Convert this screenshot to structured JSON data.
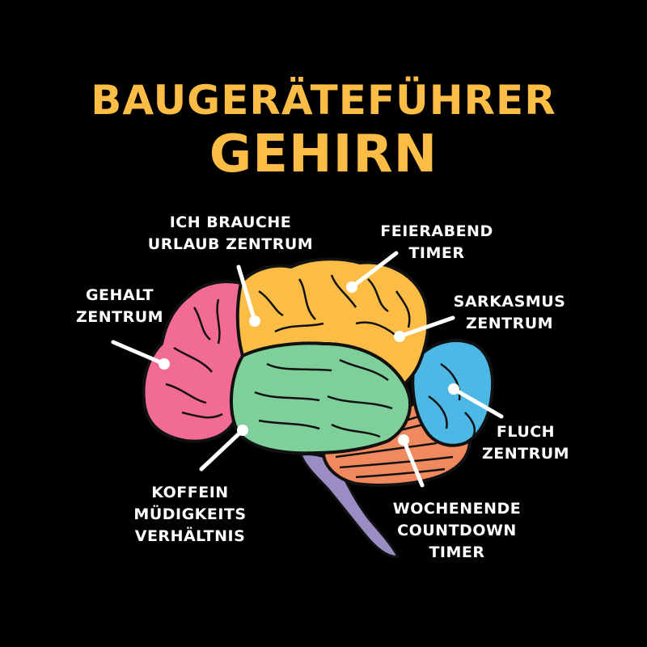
{
  "title": {
    "line1": "BAUGERÄTEFÜHRER",
    "line2": "GEHIRN",
    "color": "#fbbd45"
  },
  "labels": [
    {
      "id": "gehalt",
      "lines": [
        "GEHALT",
        "ZENTRUM"
      ],
      "region": "frontal-pink"
    },
    {
      "id": "urlaub",
      "lines": [
        "ICH BRAUCHE",
        "URLAUB ZENTRUM"
      ],
      "region": "parietal-yellow"
    },
    {
      "id": "feierabend",
      "lines": [
        "FEIERABEND",
        "TIMER"
      ],
      "region": "parietal-yellow"
    },
    {
      "id": "sarkasmus",
      "lines": [
        "SARKASMUS",
        "ZENTRUM"
      ],
      "region": "parietal-yellow"
    },
    {
      "id": "fluch",
      "lines": [
        "FLUCH",
        "ZENTRUM"
      ],
      "region": "occipital-blue"
    },
    {
      "id": "koffein",
      "lines": [
        "KOFFEIN",
        "MÜDIGKEITS",
        "VERHÄLTNIS"
      ],
      "region": "temporal-green"
    },
    {
      "id": "wochenende",
      "lines": [
        "WOCHENENDE",
        "COUNTDOWN",
        "TIMER"
      ],
      "region": "cerebellum-orange"
    }
  ],
  "colors": {
    "frontal": "#f26b95",
    "parietal": "#fbbd45",
    "temporal": "#7fcf9a",
    "occipital": "#4db8e6",
    "cerebellum": "#f0895e",
    "brainstem": "#9a8dc4",
    "outline": "#111111",
    "pointer": "#ffffff"
  }
}
